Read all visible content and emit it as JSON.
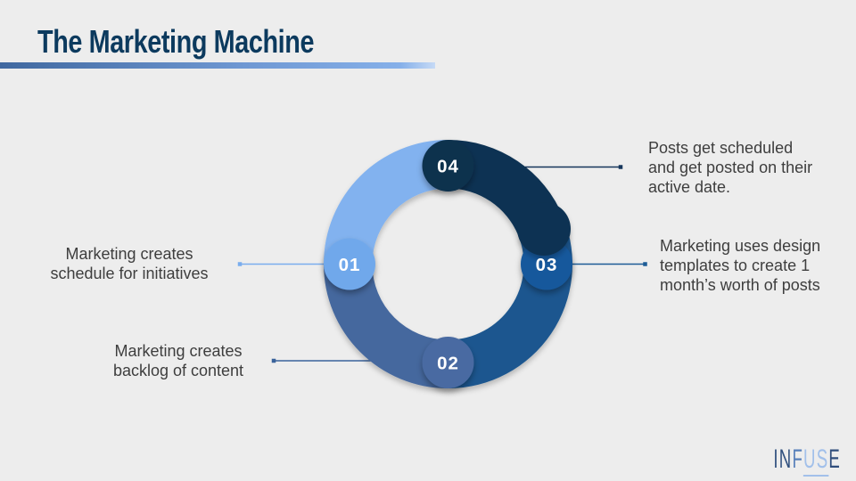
{
  "slide": {
    "title": "The Marketing Machine",
    "title_color": "#0C3A5E",
    "background_color": "#EDEDED"
  },
  "accent_bar": {
    "gradient_start": "#40689F",
    "gradient_mid": "#86B0E9",
    "gradient_end": "#C6DAF6"
  },
  "diagram": {
    "type": "circular-process-donut",
    "steps": [
      {
        "number": "01",
        "position": "left",
        "arc_color": "#82B2EF",
        "bubble_color": "#6FA8EB",
        "connector_color": "#7AADEE",
        "label": "Marketing creates schedule for initiatives",
        "lines": [
          "Marketing creates",
          "schedule for initiatives"
        ]
      },
      {
        "number": "02",
        "position": "bottom",
        "arc_color": "#45689E",
        "bubble_color": "#486BA2",
        "connector_color": "#3A639B",
        "label": "Marketing creates backlog of content",
        "lines": [
          "Marketing creates",
          "backlog of content"
        ]
      },
      {
        "number": "03",
        "position": "right",
        "arc_color": "#1A578F",
        "bubble_color": "#17599C",
        "connector_color": "#1D5C96",
        "label": "Marketing uses design templates to create 1 month’s worth of posts",
        "lines": [
          "Marketing uses design",
          "templates to create 1",
          "month’s worth of posts"
        ]
      },
      {
        "number": "04",
        "position": "top",
        "arc_color": "#0E3352",
        "bubble_color": "#11304E",
        "connector_color": "#16365C",
        "label": "Posts get scheduled and get posted on their active date.",
        "lines": [
          "Posts get scheduled",
          "and get posted on their",
          "active date."
        ]
      }
    ]
  },
  "logo": {
    "name": "INFUSE",
    "part_in": "IN",
    "part_f": "F",
    "part_us": "US",
    "part_e": "E",
    "colors": {
      "in": "#31517F",
      "f": "#5880BB",
      "us": "#A2C0EA",
      "e": "#2F4D7C",
      "underline": "#A2C0EA"
    }
  }
}
